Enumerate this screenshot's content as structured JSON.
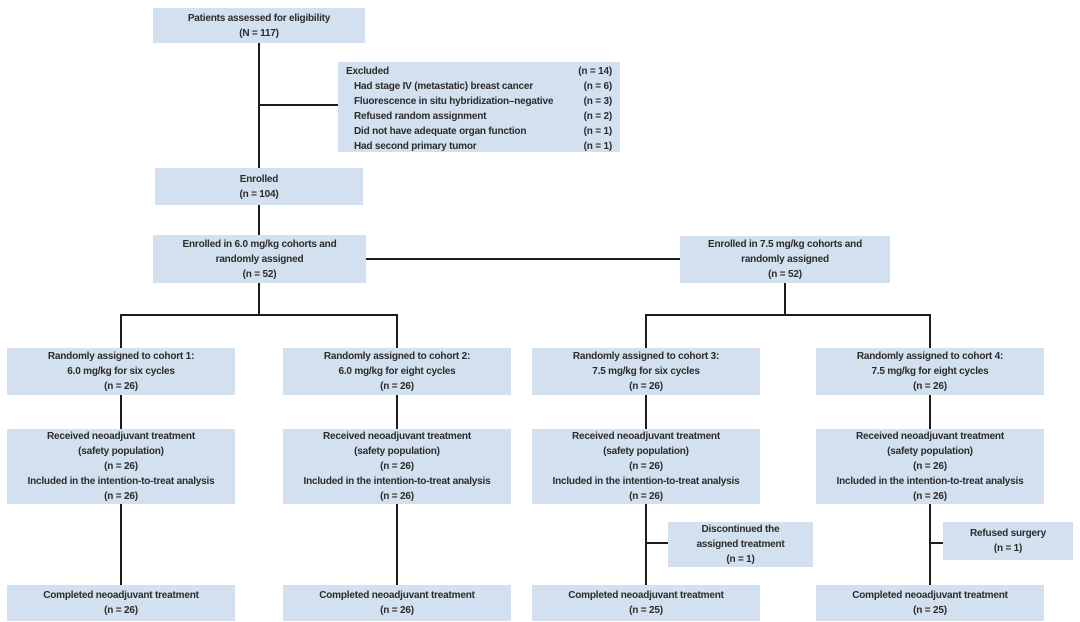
{
  "palette": {
    "box_fill": "#d3e0ef",
    "line_color": "#1c1c1c",
    "text_color": "#2b2b2b",
    "background": "#ffffff"
  },
  "flow": {
    "eligibility": {
      "line1": "Patients assessed for eligibility",
      "line2": "(N = 117)"
    },
    "excluded": {
      "rows": [
        {
          "label": "Excluded",
          "n": "(n = 14)"
        },
        {
          "label": "Had stage IV (metastatic) breast cancer",
          "n": "(n = 6)"
        },
        {
          "label": "Fluorescence in situ hybridization–negative",
          "n": "(n = 3)"
        },
        {
          "label": "Refused random assignment",
          "n": "(n = 2)"
        },
        {
          "label": "Did not have adequate organ function",
          "n": "(n = 1)"
        },
        {
          "label": "Had second primary tumor",
          "n": "(n = 1)"
        }
      ]
    },
    "enrolled": {
      "line1": "Enrolled",
      "line2": "(n = 104)"
    },
    "arm60": {
      "line1": "Enrolled in 6.0 mg/kg cohorts and",
      "line2": "randomly assigned",
      "line3": "(n = 52)"
    },
    "arm75": {
      "line1": "Enrolled in 7.5 mg/kg cohorts and",
      "line2": "randomly assigned",
      "line3": "(n = 52)"
    },
    "cohorts": [
      {
        "assigned1": "Randomly assigned to cohort 1:",
        "assigned2": "6.0 mg/kg for six cycles",
        "assigned3": "(n = 26)",
        "received1": "Received neoadjuvant treatment",
        "received2": "(safety population)",
        "received3": "(n = 26)",
        "received4": "Included in the intention-to-treat analysis",
        "received5": "(n = 26)",
        "completed1": "Completed neoadjuvant treatment",
        "completed2": "(n = 26)"
      },
      {
        "assigned1": "Randomly assigned to cohort 2:",
        "assigned2": "6.0 mg/kg for eight cycles",
        "assigned3": "(n = 26)",
        "received1": "Received neoadjuvant treatment",
        "received2": "(safety population)",
        "received3": "(n = 26)",
        "received4": "Included in the intention-to-treat analysis",
        "received5": "(n = 26)",
        "completed1": "Completed neoadjuvant treatment",
        "completed2": "(n = 26)"
      },
      {
        "assigned1": "Randomly assigned to cohort 3:",
        "assigned2": "7.5 mg/kg for six cycles",
        "assigned3": "(n = 26)",
        "received1": "Received neoadjuvant treatment",
        "received2": "(safety population)",
        "received3": "(n = 26)",
        "received4": "Included in the intention-to-treat analysis",
        "received5": "(n = 26)",
        "completed1": "Completed neoadjuvant treatment",
        "completed2": "(n = 25)"
      },
      {
        "assigned1": "Randomly assigned to cohort 4:",
        "assigned2": "7.5 mg/kg for eight cycles",
        "assigned3": "(n = 26)",
        "received1": "Received neoadjuvant treatment",
        "received2": "(safety population)",
        "received3": "(n = 26)",
        "received4": "Included in the intention-to-treat analysis",
        "received5": "(n = 26)",
        "completed1": "Completed neoadjuvant treatment",
        "completed2": "(n = 25)"
      }
    ],
    "discontinued": {
      "line1": "Discontinued the",
      "line2": "assigned treatment",
      "line3": "(n = 1)"
    },
    "refused": {
      "line1": "Refused surgery",
      "line2": "(n = 1)"
    }
  }
}
